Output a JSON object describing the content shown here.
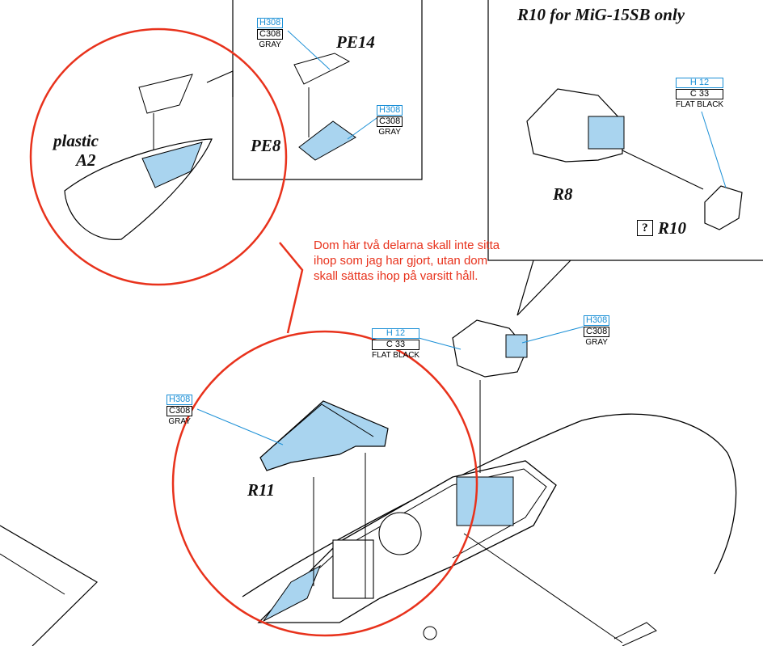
{
  "header": {
    "title": "R10 for MiG-15SB only"
  },
  "parts": {
    "pe14": "PE14",
    "pe8": "PE8",
    "plastic_line1": "plastic",
    "plastic_line2": "A2",
    "r8": "R8",
    "r10": "R10",
    "r11": "R11",
    "question_mark": "?"
  },
  "paints": [
    {
      "h": "H308",
      "c": "C308",
      "name": "GRAY"
    },
    {
      "h": "H308",
      "c": "C308",
      "name": "GRAY"
    },
    {
      "h": "H 12",
      "c": "C 33",
      "name": "FLAT BLACK"
    },
    {
      "h": "H308",
      "c": "C308",
      "name": "GRAY"
    },
    {
      "h": "H 12",
      "c": "C 33",
      "name": "FLAT BLACK"
    },
    {
      "h": "H308",
      "c": "C308",
      "name": "GRAY"
    }
  ],
  "note": {
    "line1": "Dom här två delarna skall inte sitta",
    "line2": "ihop som jag har gjort, utan dom",
    "line3": "skall sättas ihop på varsitt håll."
  },
  "colors": {
    "paint_blue": "#1a8fd6",
    "part_fill": "#a9d4ef",
    "annotation_red": "#e8321c"
  }
}
